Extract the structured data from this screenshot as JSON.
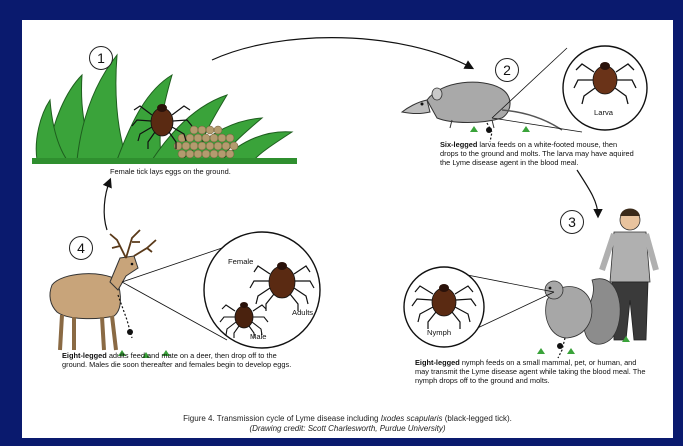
{
  "steps": [
    {
      "number": "1",
      "caption": "Female tick lays eggs on the ground."
    },
    {
      "number": "2",
      "bold": "Six-legged",
      "caption": " larva feeds on a white-footed mouse, then drops to the ground and molts. The larva may have aquired the Lyme disease agent in the blood meal.",
      "label": "Larva"
    },
    {
      "number": "3",
      "bold": "Eight-legged",
      "caption": " nymph feeds on a small mammal, pet, or human, and may transmit the Lyme disease agent while taking the blood meal. The nymph drops off to the ground and molts.",
      "label": "Nymph"
    },
    {
      "number": "4",
      "bold": "Eight-legged",
      "caption": " adults feed and mate on a deer, then drop off to the ground. Males die soon thereafter and females begin to develop eggs.",
      "labels": {
        "female": "Female",
        "adults": "Adults",
        "male": "Male"
      }
    }
  ],
  "figure_caption": {
    "prefix": "Figure 4. Transmission cycle of Lyme disease including ",
    "species": "Ixodes scapularis",
    "suffix": " (black-legged tick).",
    "credit": "(Drawing credit: Scott Charlesworth, Purdue University)"
  },
  "colors": {
    "border": "#0a1a6e",
    "grass": "#2f8f2f",
    "tick": "#5a2a12",
    "egg": "#b39b6e",
    "mouse": "#a9a9a9",
    "deer": "#c8a47a"
  }
}
